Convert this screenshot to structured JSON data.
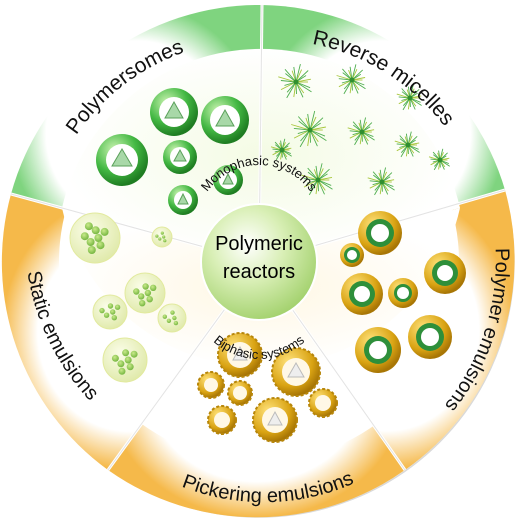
{
  "center": {
    "line1": "Polymeric",
    "line2": "reactors"
  },
  "inner_labels": {
    "top": "Monophasic systems",
    "bottom": "Biphasic systems"
  },
  "segments": [
    {
      "label": "Polymersomes",
      "icon": "vesicle-icon"
    },
    {
      "label": "Reverse micelles",
      "icon": "micelle-icon"
    },
    {
      "label": "Polymer emulsions",
      "icon": "emulsion-droplet-icon"
    },
    {
      "label": "Pickering emulsions",
      "icon": "pickering-particle-icon"
    },
    {
      "label": "Static emulsions",
      "icon": "static-droplet-icon"
    }
  ],
  "colors": {
    "green_band": "#8fdc8f",
    "orange_band": "#f7c46a",
    "center_sphere": "#cfe9a8",
    "vesicle_shell": "#3aa53a",
    "gold_particles": "#d6a511"
  }
}
